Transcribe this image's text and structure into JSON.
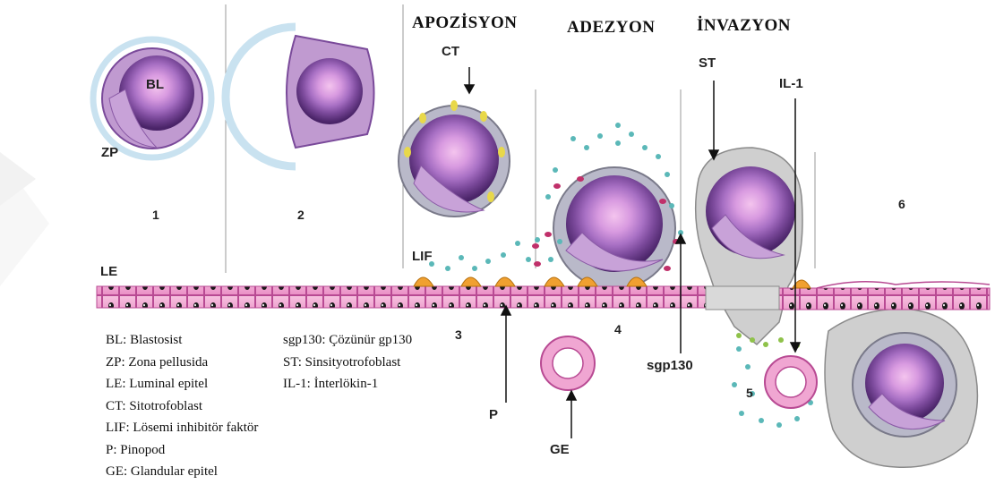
{
  "phases": {
    "apposition": "APOZİSYON",
    "adhesion": "ADEZYON",
    "invasion": "İNVAZYON"
  },
  "labels": {
    "bl": "BL",
    "zp": "ZP",
    "le": "LE",
    "ct": "CT",
    "lif": "LIF",
    "st": "ST",
    "il1": "IL-1",
    "p": "P",
    "ge": "GE",
    "sgp130": "sgp130"
  },
  "stage_numbers": [
    "1",
    "2",
    "3",
    "4",
    "5",
    "6"
  ],
  "legend_left": [
    "BL: Blastosist",
    "ZP: Zona pellusida",
    "LE: Luminal epitel",
    "CT: Sitotrofoblast",
    "LIF: Lösemi inhibitör faktör",
    "P: Pinopod",
    "GE: Glandular epitel"
  ],
  "legend_right": [
    "sgp130: Çözünür gp130",
    "ST: Sinsityotrofoblast",
    "IL-1: İnterlökin-1"
  ],
  "colors": {
    "epithelium": "#f0a6d2",
    "cell_border": "#b84a93",
    "pinopod": "#f0a030",
    "zona": "#c9e2f0",
    "blastocyst_outer": "#a070b0",
    "blastocyst_inner": "#5a2a78",
    "syncytio": "#cfcfcf",
    "lif_dot": "#5bb8b8",
    "sgp_dot": "#c0306a",
    "il1_dot": "#8fc24a",
    "ct_knob": "#e8d84a"
  }
}
